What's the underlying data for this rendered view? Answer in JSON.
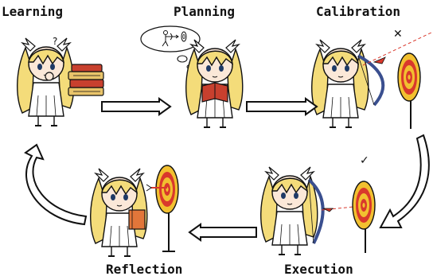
{
  "stages": [
    {
      "id": "learning",
      "label": "Learning"
    },
    {
      "id": "planning",
      "label": "Planning"
    },
    {
      "id": "calibration",
      "label": "Calibration"
    },
    {
      "id": "execution",
      "label": "Execution"
    },
    {
      "id": "reflection",
      "label": "Reflection"
    }
  ],
  "marks": {
    "question": "?",
    "miss": "✕",
    "hit": "✓"
  },
  "colors": {
    "ink": "#111111",
    "hair": "#f4dc7a",
    "hair_shade": "#e8c75a",
    "skin": "#fbe8d8",
    "dress": "#ffffff",
    "target_red": "#d9382c",
    "target_yellow": "#f2c030",
    "bow": "#3a4f8f",
    "book_red": "#c8402e",
    "book_orange": "#e2763a",
    "book_yellow": "#e9c46a",
    "page": "#f6ecd0"
  }
}
